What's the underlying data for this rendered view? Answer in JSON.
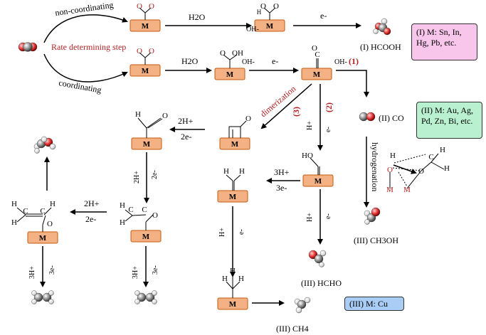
{
  "labels": {
    "non_coordinating": "non-coordinating",
    "coordinating": "coordinating",
    "rate_determining": "Rate determining step",
    "metal": "M",
    "h2o": "H2O",
    "e_minus": "e-",
    "oh_minus": "OH-",
    "route_1": "(1)",
    "route_2": "(2)",
    "route_3": "(3)",
    "dimerization": "dimerization",
    "hydrogenation": "hydrogenation",
    "h_plus": "H+",
    "two_h_plus": "2H+",
    "two_e": "2e-",
    "three_h_plus": "3H+",
    "three_e": "3e-"
  },
  "products": {
    "hcooh": "(I) HCOOH",
    "co": "(II) CO",
    "ch3oh": "(III) CH3OH",
    "hcho": "(III) HCHO",
    "ch4": "(III) CH4"
  },
  "metal_boxes": {
    "box1": "(I) M: Sn, In, Hg, Pb, etc.",
    "box2": "(II) M: Au, Ag, Pd, Zn, Bi, etc.",
    "box3": "(III) M: Cu"
  },
  "colors": {
    "metal_fill": "#f4b183",
    "metal_stroke": "#c55a11",
    "red_text": "#b22222",
    "box1_bg": "#f7c6ea",
    "box2_bg": "#b8f0d0",
    "box3_bg": "#a9cdf5"
  }
}
